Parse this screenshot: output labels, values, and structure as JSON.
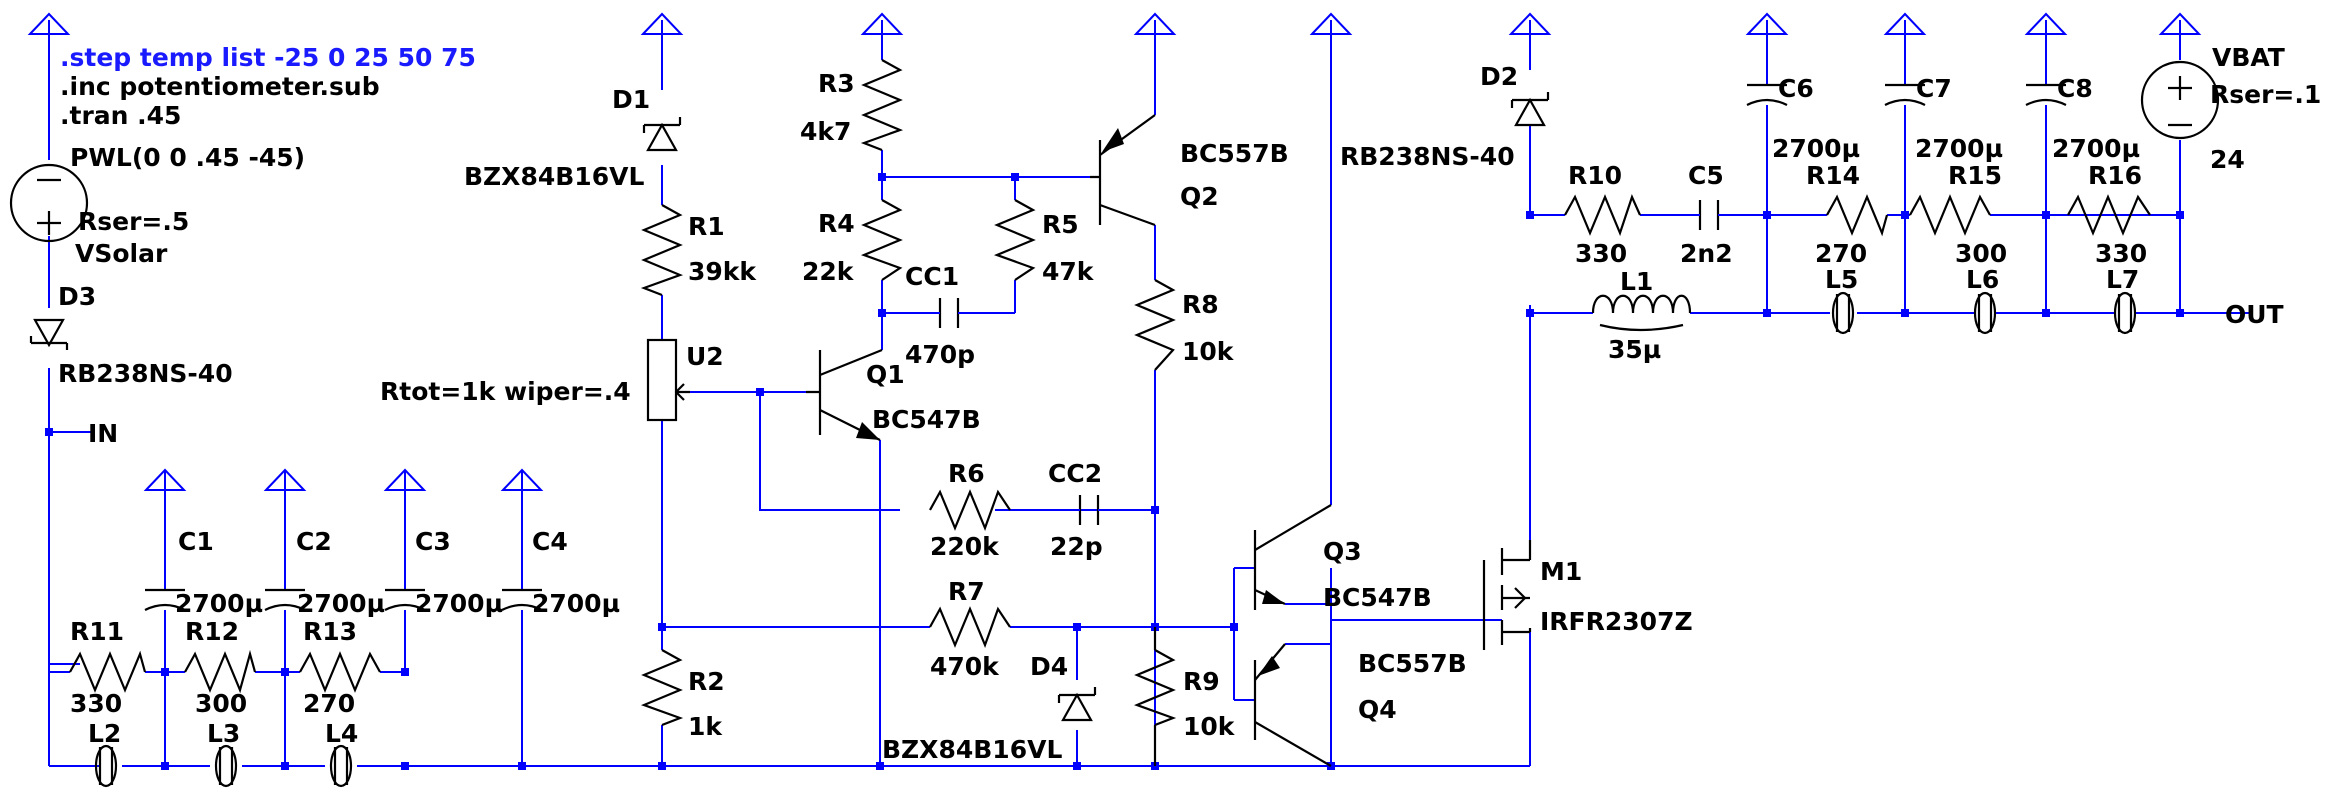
{
  "directives": [
    ".step temp list -25 0 25 50 75",
    ".inc potentiometer.sub",
    ".tran .45"
  ],
  "sources": {
    "vsolar": {
      "name": "VSolar",
      "value": "PWL(0 0 .45 -45)",
      "rser": "Rser=.5"
    },
    "vbat": {
      "name": "VBAT",
      "value": "24",
      "rser": "Rser=.1"
    }
  },
  "diodes": {
    "D1": {
      "name": "D1",
      "model": "BZX84B16VL"
    },
    "D2": {
      "name": "D2",
      "model": "RB238NS-40"
    },
    "D3": {
      "name": "D3",
      "model": "RB238NS-40"
    },
    "D4": {
      "name": "D4",
      "model": "BZX84B16VL"
    }
  },
  "resistors": {
    "R1": {
      "name": "R1",
      "value": "39kk"
    },
    "R2": {
      "name": "R2",
      "value": "1k"
    },
    "R3": {
      "name": "R3",
      "value": "4k7"
    },
    "R4": {
      "name": "R4",
      "value": "22k"
    },
    "R5": {
      "name": "R5",
      "value": "47k"
    },
    "R6": {
      "name": "R6",
      "value": "220k"
    },
    "R7": {
      "name": "R7",
      "value": "470k"
    },
    "R8": {
      "name": "R8",
      "value": "10k"
    },
    "R9": {
      "name": "R9",
      "value": "10k"
    },
    "R10": {
      "name": "R10",
      "value": "330"
    },
    "R11": {
      "name": "R11",
      "value": "330"
    },
    "R12": {
      "name": "R12",
      "value": "300"
    },
    "R13": {
      "name": "R13",
      "value": "270"
    },
    "R14": {
      "name": "R14",
      "value": "270"
    },
    "R15": {
      "name": "R15",
      "value": "300"
    },
    "R16": {
      "name": "R16",
      "value": "330"
    }
  },
  "capacitors": {
    "C1": {
      "name": "C1",
      "value": "2700µ"
    },
    "C2": {
      "name": "C2",
      "value": "2700µ"
    },
    "C3": {
      "name": "C3",
      "value": "2700µ"
    },
    "C4": {
      "name": "C4",
      "value": "2700µ"
    },
    "C5": {
      "name": "C5",
      "value": "2n2"
    },
    "C6": {
      "name": "C6",
      "value": "2700µ"
    },
    "C7": {
      "name": "C7",
      "value": "2700µ"
    },
    "C8": {
      "name": "C8",
      "value": "2700µ"
    },
    "CC1": {
      "name": "CC1",
      "value": "470p"
    },
    "CC2": {
      "name": "CC2",
      "value": "22p"
    }
  },
  "inductors": {
    "L1": {
      "name": "L1",
      "value": "35µ"
    },
    "L2": {
      "name": "L2"
    },
    "L3": {
      "name": "L3"
    },
    "L4": {
      "name": "L4"
    },
    "L5": {
      "name": "L5"
    },
    "L6": {
      "name": "L6"
    },
    "L7": {
      "name": "L7"
    }
  },
  "transistors": {
    "Q1": {
      "name": "Q1",
      "model": "BC547B"
    },
    "Q2": {
      "name": "Q2",
      "model": "BC557B"
    },
    "Q3": {
      "name": "Q3",
      "model": "BC547B"
    },
    "Q4": {
      "name": "Q4",
      "model": "BC557B"
    },
    "M1": {
      "name": "M1",
      "model": "IRFR2307Z"
    }
  },
  "pot": {
    "name": "U2",
    "params": "Rtot=1k wiper=.4"
  },
  "nets": {
    "in": "IN",
    "out": "OUT"
  }
}
